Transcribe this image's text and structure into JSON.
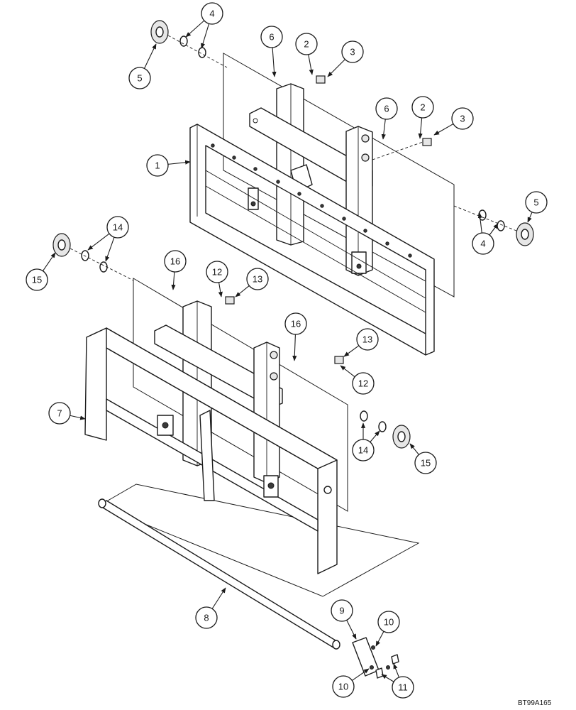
{
  "figure_id": "BT99A165",
  "callouts": [
    {
      "label": "1"
    },
    {
      "label": "2"
    },
    {
      "label": "3"
    },
    {
      "label": "4"
    },
    {
      "label": "5"
    },
    {
      "label": "6"
    },
    {
      "label": "2"
    },
    {
      "label": "3"
    },
    {
      "label": "6"
    },
    {
      "label": "4"
    },
    {
      "label": "5"
    },
    {
      "label": "7"
    },
    {
      "label": "8"
    },
    {
      "label": "9"
    },
    {
      "label": "10"
    },
    {
      "label": "10"
    },
    {
      "label": "11"
    },
    {
      "label": "12"
    },
    {
      "label": "13"
    },
    {
      "label": "12"
    },
    {
      "label": "13"
    },
    {
      "label": "14"
    },
    {
      "label": "15"
    },
    {
      "label": "16"
    },
    {
      "label": "16"
    },
    {
      "label": "14"
    },
    {
      "label": "15"
    }
  ]
}
